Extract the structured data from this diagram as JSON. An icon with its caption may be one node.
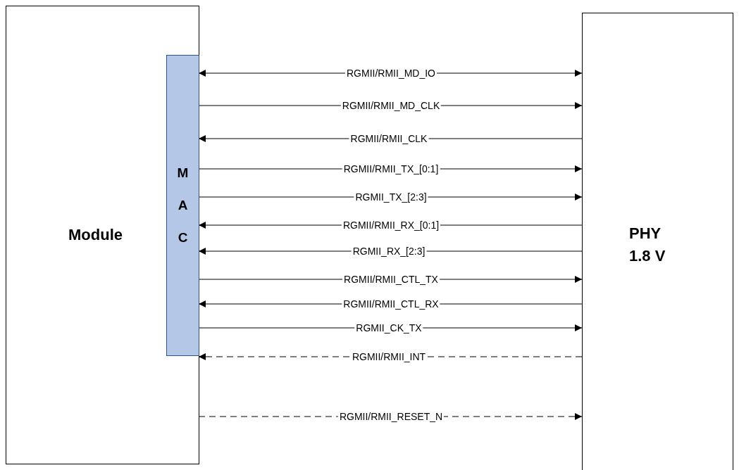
{
  "diagram": {
    "nodes": [
      {
        "text": [
          "Module"
        ]
      },
      {
        "text": [
          "M A C"
        ],
        "in": 0
      },
      {
        "text": [
          "PHY 1.8 V"
        ]
      }
    ],
    "edges": [
      {
        "from": 1,
        "to": 2,
        "arrow": "both",
        "label": "RGMII/RMII_MD_IO"
      },
      {
        "from": 1,
        "to": 2,
        "arrow": "to",
        "label": "RGMII/RMII_MD_CLK"
      },
      {
        "from": 2,
        "to": 1,
        "arrow": "to",
        "label": "RGMII/RMII_CLK"
      },
      {
        "from": 1,
        "to": 2,
        "arrow": "to",
        "label": "RGMII/RMII_TX_[0:1]"
      },
      {
        "from": 1,
        "to": 2,
        "arrow": "to",
        "label": "RGMII_TX_[2:3]"
      },
      {
        "from": 2,
        "to": 1,
        "arrow": "to",
        "label": "RGMII/RMII_RX_[0:1]"
      },
      {
        "from": 2,
        "to": 1,
        "arrow": "to",
        "label": "RGMII_RX_[2:3]"
      },
      {
        "from": 1,
        "to": 2,
        "arrow": "to",
        "label": "RGMII/RMII_CTL_TX"
      },
      {
        "from": 2,
        "to": 1,
        "arrow": "to",
        "label": "RGMII/RMII_CTL_RX"
      },
      {
        "from": 1,
        "to": 2,
        "arrow": "to",
        "label": "RGMII_CK_TX"
      },
      {
        "from": 2,
        "to": 1,
        "arrow": "to",
        "label": "RGMII/RMII_INT",
        "style": "dashed"
      },
      {
        "from": 0,
        "to": 2,
        "arrow": "to",
        "label": "RGMII/RMII_RESET_N",
        "style": "dashed"
      }
    ]
  }
}
